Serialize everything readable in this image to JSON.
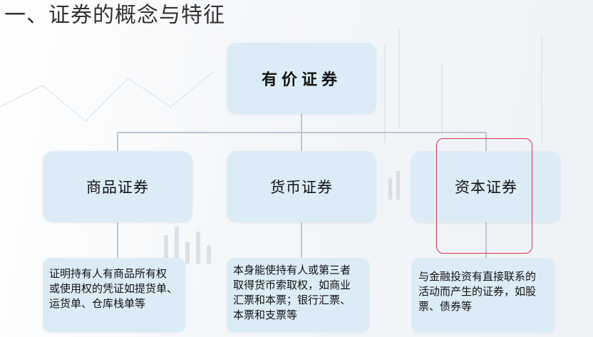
{
  "title": "一、证券的概念与特征",
  "root": {
    "label": "有价证券"
  },
  "categories": [
    {
      "label": "商品证券",
      "description": [
        "证明持有人有商品所有权",
        "或使用权的凭证如提货单、",
        "运货单、仓库栈单等"
      ]
    },
    {
      "label": "货币证券",
      "description": [
        "本身能使持有人或第三者",
        "取得货币索取权，如商业",
        "汇票和本票；银行汇票、",
        "本票和支票等"
      ]
    },
    {
      "label": "资本证券",
      "description": [
        "与金融投资有直接联系的",
        "活动而产生的证券，如股",
        "票、债券等"
      ]
    }
  ],
  "colors": {
    "node_fill": "#dcecf7",
    "connector": "#b9c7d3",
    "highlight": "#d8374a",
    "title_text": "#333333"
  }
}
